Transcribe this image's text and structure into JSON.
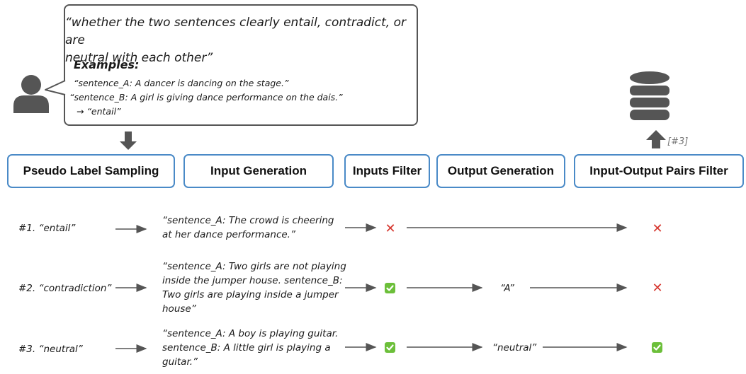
{
  "prompt": {
    "quote_line1": "“whether the two sentences clearly entail, contradict, or are",
    "quote_line2": "neutral with each other”",
    "examples_title": "Examples:",
    "example_line1": "“sentence_A: A dancer is dancing on the stage.”",
    "example_line2": "“sentence_B: A girl is giving dance performance on the dais.”",
    "example_line3": "→ “entail”"
  },
  "stages": {
    "pseudo_label_sampling": "Pseudo Label Sampling",
    "input_generation": "Input Generation",
    "inputs_filter": "Inputs Filter",
    "output_generation": "Output Generation",
    "pair_filter": "Input-Output Pairs Filter"
  },
  "db_reference": "[#3]",
  "rows": [
    {
      "label": "#1. “entail”",
      "input_lines": [
        "“sentence_A: The crowd is cheering",
        "at her dance performance.”"
      ],
      "inputs_filter": "fail",
      "output": "",
      "pair_filter": "fail"
    },
    {
      "label": "#2. “contradiction”",
      "input_lines": [
        "“sentence_A: Two girls are not playing",
        "inside the jumper house. sentence_B:",
        "Two girls are playing inside a jumper",
        "house”"
      ],
      "inputs_filter": "pass",
      "output": "“A”",
      "pair_filter": "fail"
    },
    {
      "label": "#3. “neutral”",
      "input_lines": [
        "“sentence_A: A boy is playing guitar.",
        "sentence_B: A little girl is playing a",
        "guitar.”"
      ],
      "inputs_filter": "pass",
      "output": "“neutral”",
      "pair_filter": "pass"
    }
  ],
  "colors": {
    "stage_border": "#4a8ac7",
    "fail_mark": "#d6372f",
    "pass_mark": "#6cbf3a",
    "icon_gray": "#555555"
  },
  "icons": [
    "user-icon",
    "database-icon",
    "cross-mark-icon",
    "check-mark-icon"
  ]
}
